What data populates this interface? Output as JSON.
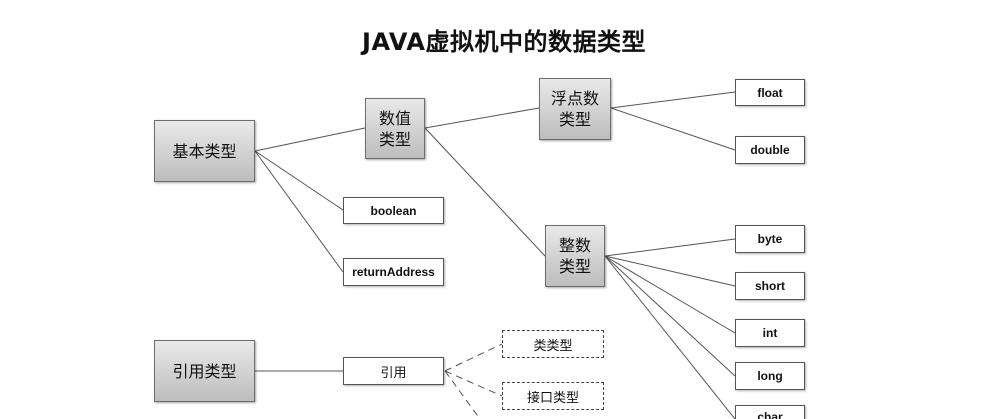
{
  "title": "JAVA虚拟机中的数据类型",
  "nodes": {
    "primitive": "基本类型",
    "numeric": "数值\n类型",
    "float_type": "浮点数\n类型",
    "integer_type": "整数\n类型",
    "float": "float",
    "double": "double",
    "boolean": "boolean",
    "return_address": "returnAddress",
    "byte": "byte",
    "short": "short",
    "int": "int",
    "long": "long",
    "char": "char",
    "reference": "引用类型",
    "ref": "引用",
    "class_type": "类类型",
    "interface_type": "接口类型"
  }
}
